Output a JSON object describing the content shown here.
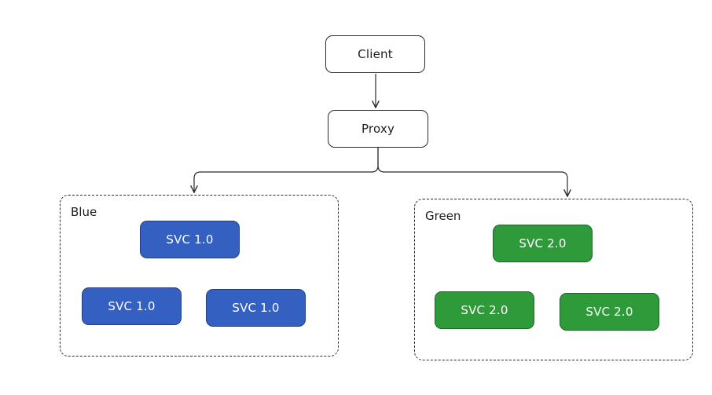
{
  "client": {
    "label": "Client"
  },
  "proxy": {
    "label": "Proxy"
  },
  "blue": {
    "label": "Blue",
    "color": "#3461c1",
    "services": [
      "SVC 1.0",
      "SVC 1.0",
      "SVC 1.0"
    ]
  },
  "green": {
    "label": "Green",
    "color": "#2f9a3a",
    "services": [
      "SVC 2.0",
      "SVC 2.0",
      "SVC 2.0"
    ]
  }
}
